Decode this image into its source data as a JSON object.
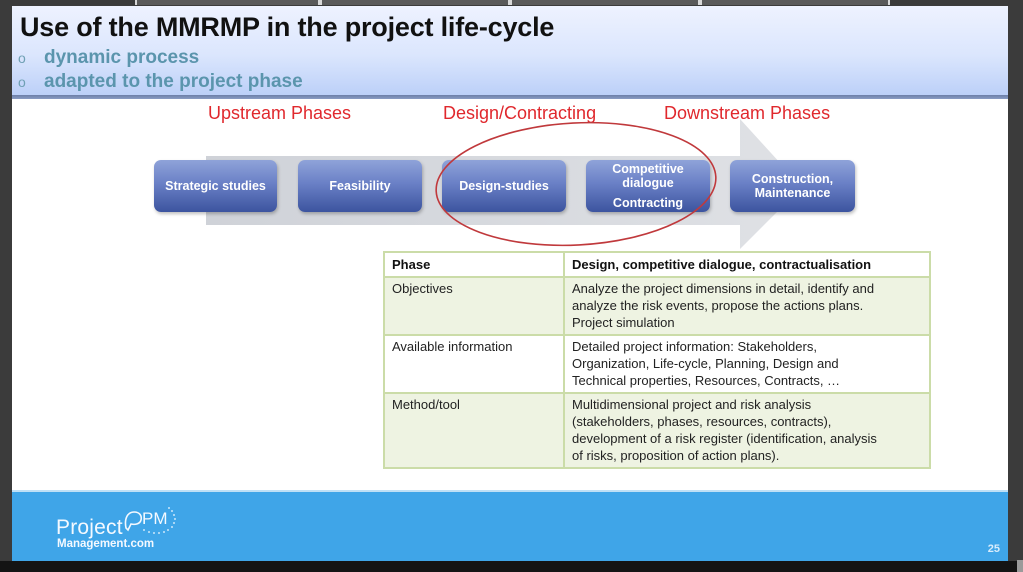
{
  "slide": {
    "title": "Use of the MMRMP in the project life-cycle",
    "bullets": [
      {
        "marker": "o",
        "text": "dynamic process"
      },
      {
        "marker": "o",
        "text": "adapted to the project phase"
      }
    ],
    "phase_labels": {
      "upstream": "Upstream Phases",
      "design": "Design/Contracting",
      "downstream": "Downstream Phases"
    },
    "steps": [
      {
        "lines": [
          "Strategic studies"
        ]
      },
      {
        "lines": [
          "Feasibility"
        ]
      },
      {
        "lines": [
          "Design-studies"
        ]
      },
      {
        "lines": [
          "Competitive",
          "dialogue",
          "Contracting"
        ]
      },
      {
        "lines": [
          "Construction,",
          "Maintenance"
        ]
      }
    ],
    "highlight": "Design/Contracting ellipse around Design-studies and Competitive dialogue / Contracting",
    "table": {
      "header": [
        "Phase",
        "Design, competitive dialogue, contractualisation"
      ],
      "rows": [
        {
          "label": "Objectives",
          "lines": [
            "Analyze the project dimensions in detail, identify and",
            "analyze the risk events, propose the actions plans.",
            "Project simulation"
          ]
        },
        {
          "label": "Available information",
          "lines": [
            "Detailed project information: Stakeholders,",
            "Organization, Life-cycle, Planning, Design and",
            "Technical properties, Resources, Contracts, …"
          ]
        },
        {
          "label": "Method/tool",
          "lines": [
            "Multidimensional project and risk analysis",
            "(stakeholders, phases, resources, contracts),",
            "development of a risk register (identification, analysis",
            "of risks, proposition of action plans)."
          ]
        }
      ]
    },
    "footer": {
      "logo_word": "Project",
      "logo_mark": "PM",
      "logo_sub": "Management.com",
      "page_number": "25"
    },
    "colors": {
      "title_text": "#111111",
      "bullet_text": "#5b95ad",
      "phase_label": "#e0282d",
      "step_fill_top": "#8fa3d9",
      "step_fill_bottom": "#3c549f",
      "ellipse": "#c0393c",
      "table_border": "#cbdca8",
      "table_shade": "#eef3e2",
      "footer_bg": "#3fa5e8"
    }
  }
}
